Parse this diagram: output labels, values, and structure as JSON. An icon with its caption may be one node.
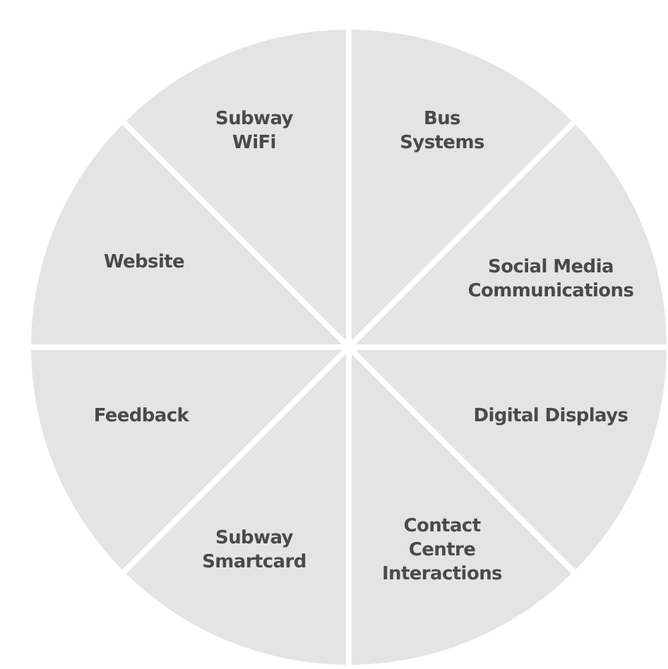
{
  "diagram": {
    "nodes": [
      {
        "text": [
          "Subway WiFi"
        ]
      },
      {
        "text": [
          "Bus Systems"
        ]
      },
      {
        "text": [
          "Social Media Communications"
        ]
      },
      {
        "text": [
          "Digital Displays"
        ]
      },
      {
        "text": [
          "Contact Centre Interactions"
        ]
      },
      {
        "text": [
          "Subway Smartcard"
        ]
      },
      {
        "text": [
          "Feedback"
        ]
      },
      {
        "text": [
          "Website"
        ]
      }
    ],
    "edges": []
  }
}
